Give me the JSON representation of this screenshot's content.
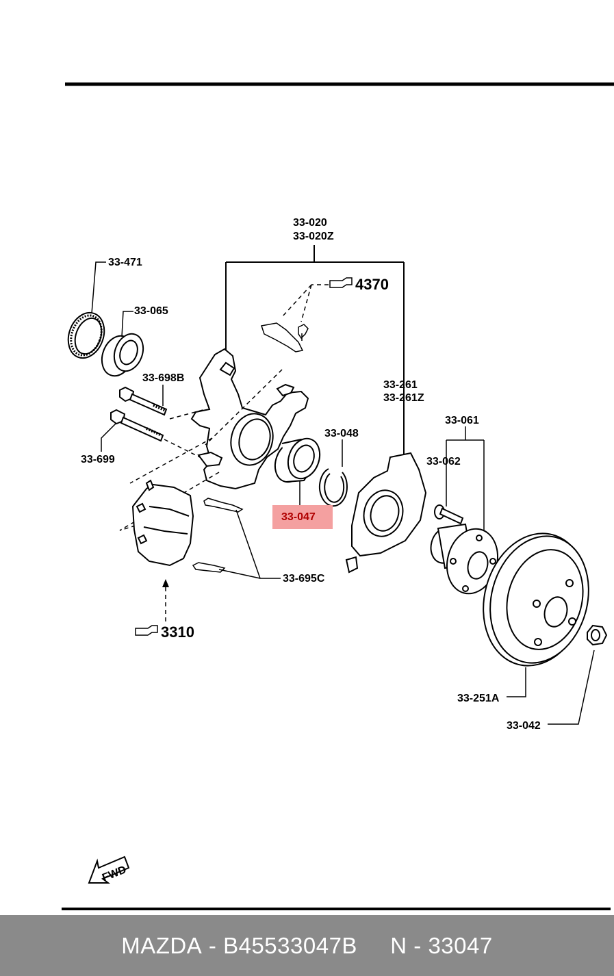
{
  "labels": {
    "l_33_020": "33-020",
    "l_33_020Z": "33-020Z",
    "l_33_471": "33-471",
    "l_33_065": "33-065",
    "l_4370": "4370",
    "l_33_698B": "33-698B",
    "l_33_699": "33-699",
    "l_33_261": "33-261",
    "l_33_261Z": "33-261Z",
    "l_33_048": "33-048",
    "l_33_061": "33-061",
    "l_33_062": "33-062",
    "l_33_047": "33-047",
    "l_33_695C": "33-695C",
    "l_3310": "3310",
    "l_33_251A": "33-251A",
    "l_33_042": "33-042",
    "fwd": "FWD"
  },
  "highlight_color": "#f4a0a0",
  "footer": {
    "brand": "MAZDA",
    "part_number": "B45533047B",
    "ref": "N - 33047"
  }
}
